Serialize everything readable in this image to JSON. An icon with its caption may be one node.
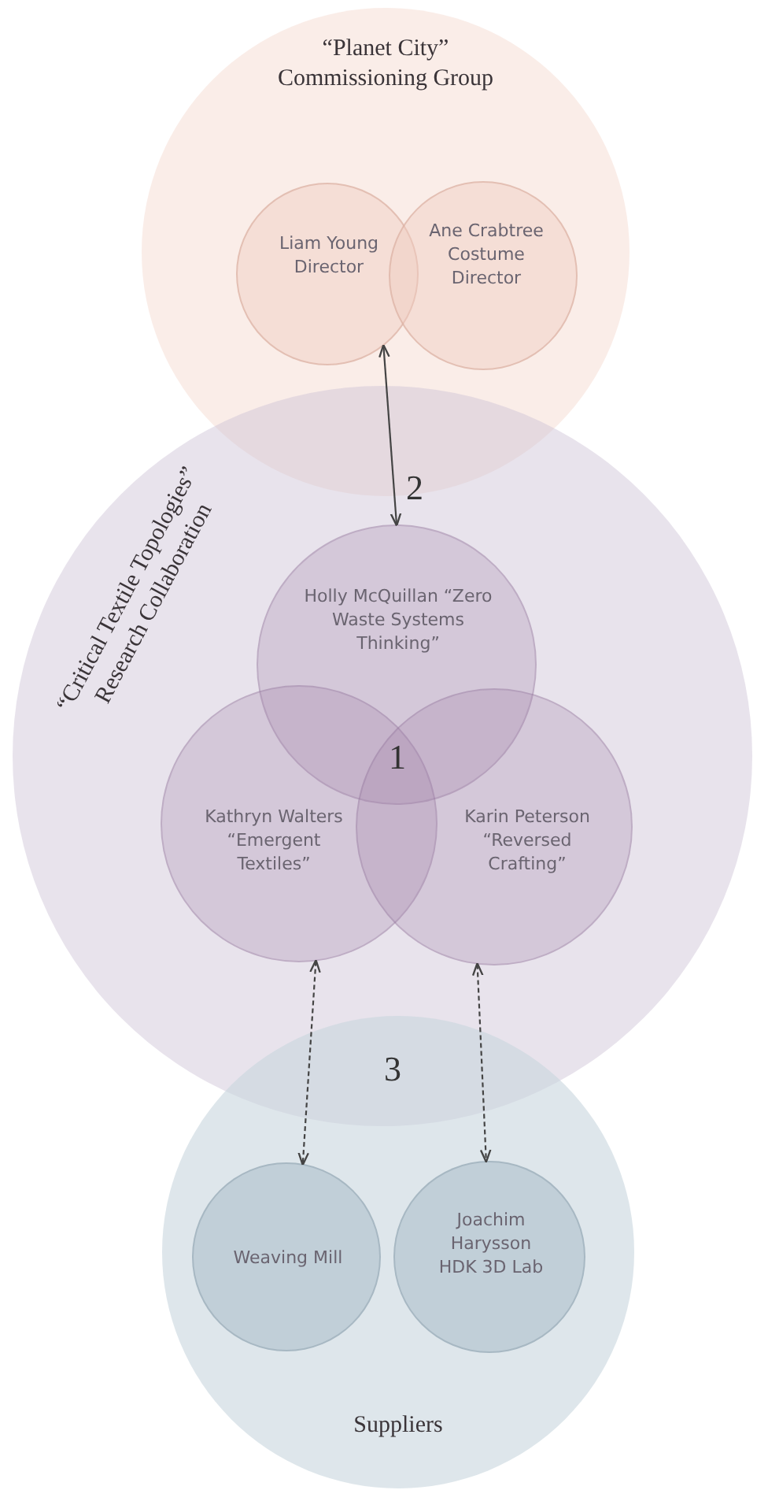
{
  "diagram": {
    "nodes": [
      {
        "text": [
          "“Planet City” Commissioning Group"
        ]
      },
      {
        "text": [
          "Liam Young Director"
        ],
        "in": 0
      },
      {
        "text": [
          "Ane Crabtree Costume Director"
        ],
        "in": 0
      },
      {
        "text": [
          "“Critical Textile Topologies” Research Collaboration"
        ]
      },
      {
        "text": [
          "Holly McQuillan “Zero Waste Systems Thinking”"
        ],
        "in": 3
      },
      {
        "text": [
          "Kathryn Walters “Emergent Textiles”"
        ],
        "in": 3
      },
      {
        "text": [
          "Karin Peterson “Reversed Crafting”"
        ],
        "in": 3
      },
      {
        "text": [
          "Suppliers"
        ]
      },
      {
        "text": [
          "Weaving Mill"
        ],
        "in": 7
      },
      {
        "text": [
          "Joachim Harysson HDK 3D Lab"
        ],
        "in": 7
      }
    ],
    "edges": [
      {
        "from": 1,
        "to": 4,
        "arrow": "both",
        "label": "2"
      },
      {
        "from": 5,
        "to": 8,
        "arrow": "both",
        "style": "dashed"
      },
      {
        "from": 6,
        "to": 9,
        "arrow": "both",
        "style": "dashed"
      }
    ],
    "labels": [
      "1",
      "3"
    ]
  }
}
